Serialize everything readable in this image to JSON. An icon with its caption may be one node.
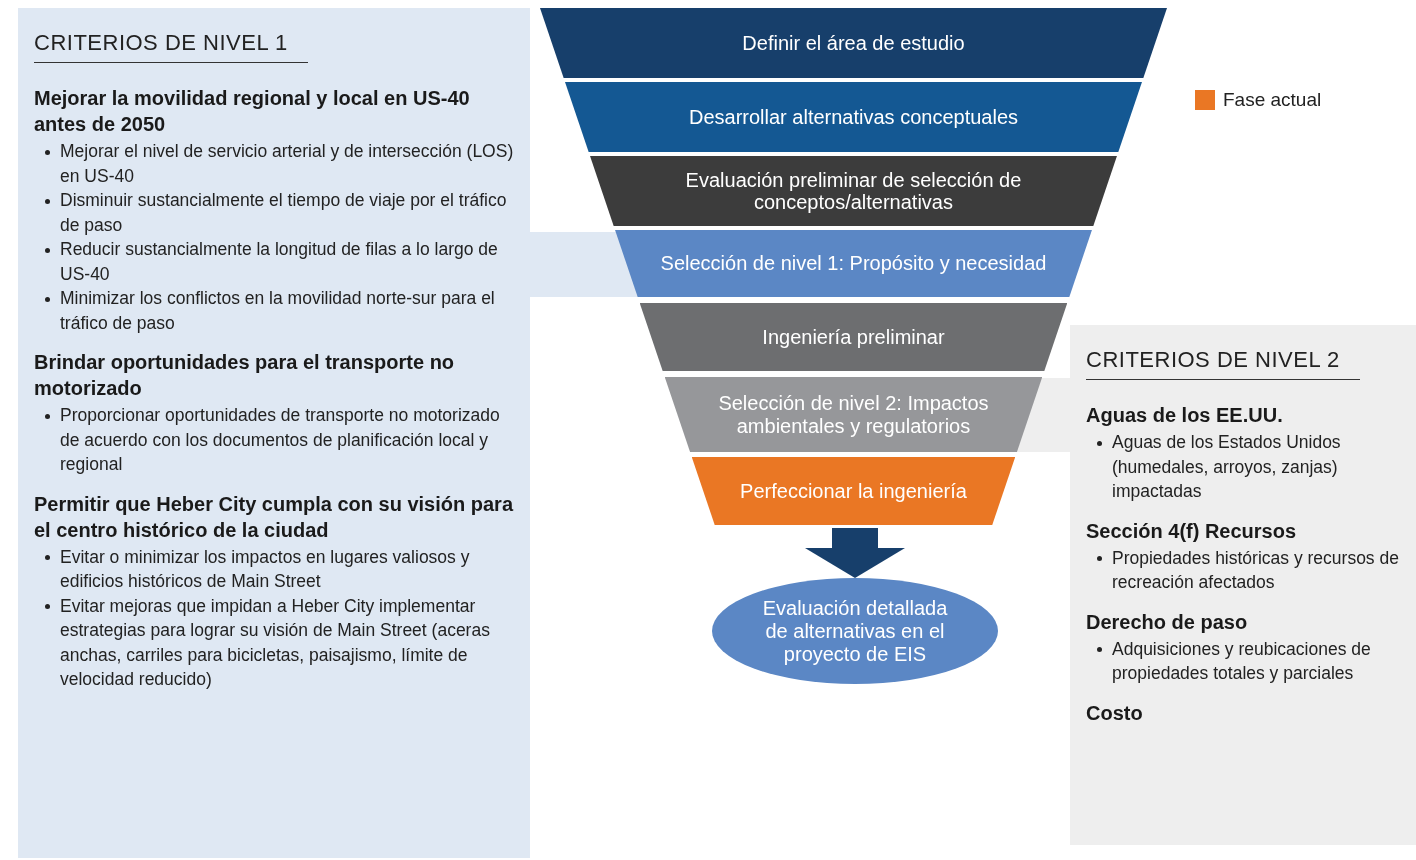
{
  "diagram": {
    "nodes": [
      {
        "text": [
          "CRITERIOS DE NIVEL 1"
        ]
      },
      {
        "text": [
          "Mejorar la movilidad regional y local en US-40 antes de 2050",
          "Mejorar el nivel de servicio arterial y de intersección (LOS) en US-40",
          "Disminuir sustancialmente el tiempo de viaje por el tráfico de paso",
          "Reducir sustancialmente la longitud de filas a lo largo de US-40",
          "Minimizar los conflictos en la movilidad norte-sur para el tráfico de paso"
        ],
        "in": 0
      },
      {
        "text": [
          "Brindar oportunidades para el transporte no motorizado",
          "Proporcionar oportunidades de transporte no motorizado de acuerdo con los documentos de planificación local y regional"
        ],
        "in": 0
      },
      {
        "text": [
          "Permitir que Heber City cumpla con su visión para el centro histórico de la ciudad",
          "Evitar o minimizar los impactos en lugares valiosos y edificios históricos de Main Street",
          "Evitar mejoras que impidan a Heber City implementar estrategias para lograr su visión de Main Street (aceras anchas, carriles para bicicletas, paisajismo, límite de velocidad reducido)"
        ],
        "in": 0
      },
      {
        "text": [
          "Definir el área de estudio"
        ]
      },
      {
        "text": [
          "Desarrollar alternativas conceptuales"
        ]
      },
      {
        "text": [
          "Evaluación preliminar de selección de conceptos/alternativas"
        ]
      },
      {
        "text": [
          "Selección de nivel 1: Propósito y necesidad"
        ]
      },
      {
        "text": [
          "Ingeniería preliminar"
        ]
      },
      {
        "text": [
          "Selección de nivel 2: Impactos ambientales y regulatorios"
        ]
      },
      {
        "text": [
          "Perfeccionar la ingeniería"
        ]
      },
      {
        "text": [
          "Evaluación detallada de alternativas en el proyecto de EIS"
        ]
      },
      {
        "text": [
          "CRITERIOS DE NIVEL 2"
        ]
      },
      {
        "text": [
          "Aguas de los EE.UU.",
          "Aguas de los Estados Unidos (humedales, arroyos, zanjas) impactadas"
        ],
        "in": 12
      },
      {
        "text": [
          "Sección 4(f) Recursos",
          "Propiedades históricas y recursos de recreación afectados"
        ],
        "in": 12
      },
      {
        "text": [
          "Derecho de paso",
          "Adquisiciones y reubicaciones de propiedades totales y parciales"
        ],
        "in": 12
      },
      {
        "text": [
          "Costo"
        ],
        "in": 12
      }
    ],
    "edges": [
      {
        "from": 10,
        "to": 11,
        "arrow": "to"
      }
    ],
    "legend": [
      {
        "text": "Fase actual",
        "color": "#ea7724"
      }
    ]
  }
}
